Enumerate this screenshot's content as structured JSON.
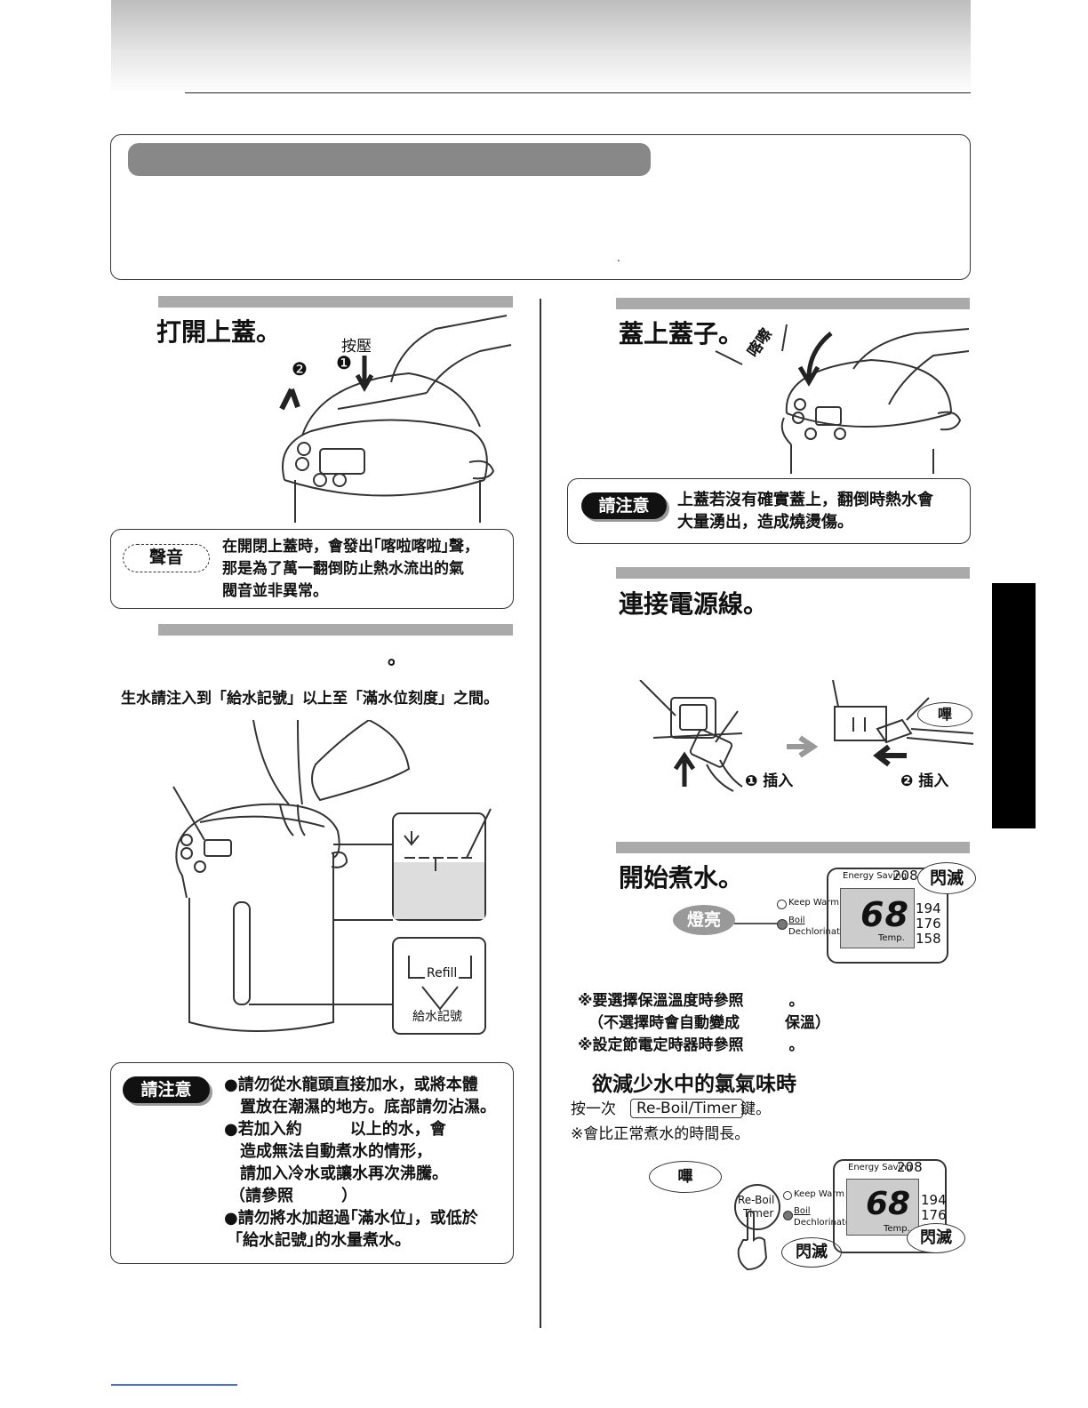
{
  "left": {
    "step_open_lid": {
      "heading": "打開上蓋。",
      "press_label": "按壓",
      "step_one": "❶",
      "step_two": "❷"
    },
    "sound_note": {
      "tag": "聲音",
      "lines": [
        "在開閉上蓋時，會發出｢喀啦喀啦｣聲，",
        "那是為了萬一翻倒防止熱水流出的氣",
        "閥音並非異常。"
      ]
    },
    "fill_step": {
      "heading_dot": "。",
      "instruction": "生水請注入到「給水記號」以上至「滿水位刻度」之間。",
      "refill_label": "Refill",
      "refill_caption": "給水記號"
    },
    "caution": {
      "tag": "請注意",
      "lines": [
        "●請勿從水龍頭直接加水，或將本體",
        "置放在潮濕的地方。底部請勿沾濕。",
        "●若加入約　　　以上的水，會",
        "造成無法自動煮水的情形，",
        "請加入冷水或讓水再次沸騰。",
        "（請參照　　　）",
        "●請勿將水加超過｢滿水位｣，或低於",
        "｢給水記號｣的水量煮水。"
      ]
    }
  },
  "right": {
    "close_lid": {
      "heading": "蓋上蓋子。",
      "click_sound": "喀嚓"
    },
    "close_caution": {
      "tag": "請注意",
      "lines": [
        "上蓋若沒有確實蓋上，翻倒時熱水會",
        "大量湧出，造成燒燙傷。"
      ]
    },
    "power": {
      "heading": "連接電源線。",
      "insert_one": "❶ 插入",
      "insert_two": "❷ 插入",
      "beep": "嗶"
    },
    "boil": {
      "heading": "開始煮水。",
      "lit_tag": "燈亮",
      "flash_tag": "閃滅",
      "keep_warm": "Keep Warm",
      "boil_label": "Boil",
      "dechlorinate": "Dechlorinate",
      "energy_saving": "Energy Saving",
      "temp_208": "208",
      "temp_display": "68",
      "temp_word": "Temp.",
      "temps": [
        "194",
        "176",
        "158"
      ],
      "notes": [
        "※要選擇保溫溫度時參照　　　。",
        "（不選擇時會自動變成　　　保溫）",
        "※設定節電定時器時參照　　　。"
      ]
    },
    "dechlor": {
      "heading": "欲減少水中的氯氣味時",
      "press_once": "按一次",
      "button_label": "Re-Boil/Timer",
      "key_word": "鍵。",
      "note": "※會比正常煮水的時間長。",
      "beep": "嗶",
      "reboil_btn_1": "Re-Boil",
      "reboil_btn_2": "Timer",
      "flash_tag": "閃滅",
      "temps": [
        "194",
        "176"
      ]
    }
  },
  "top_box_dot": "."
}
